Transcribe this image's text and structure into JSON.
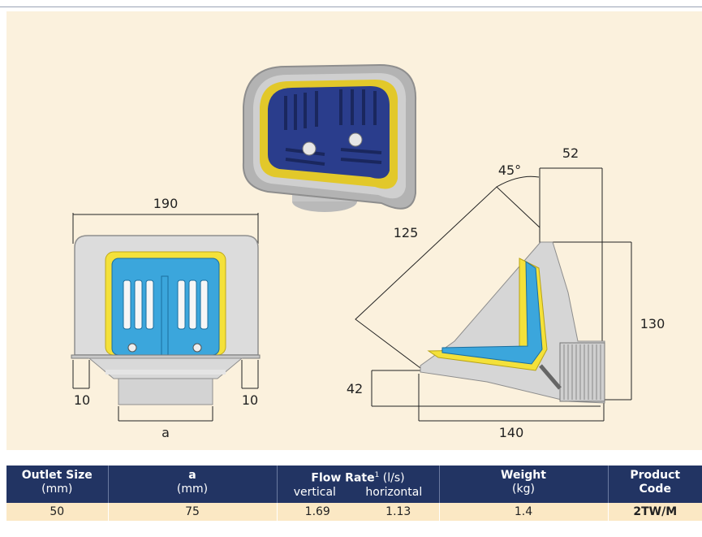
{
  "dimensions": {
    "width_top": "190",
    "left_margin": "10",
    "right_margin": "10",
    "outlet_a": "a",
    "side_top": "52",
    "angle": "45°",
    "diagonal": "125",
    "height": "130",
    "base_height": "42",
    "depth": "140"
  },
  "table": {
    "headers": {
      "outlet_title": "Outlet Size",
      "outlet_unit": "(mm)",
      "a_title": "a",
      "a_unit": "(mm)",
      "flow_title": "Flow Rate",
      "flow_sup": "1",
      "flow_unit": "(l/s)",
      "flow_vertical": "vertical",
      "flow_horizontal": "horizontal",
      "weight_title": "Weight",
      "weight_unit": "(kg)",
      "code_title": "Product",
      "code_title2": "Code"
    },
    "row": {
      "outlet": "50",
      "a": "75",
      "vertical": "1.69",
      "horizontal": "1.13",
      "weight": "1.4",
      "code": "2TW/M"
    }
  },
  "colors": {
    "header_bg": "#223463",
    "panel_bg": "#fbf1dd",
    "row_bg": "#fbe8c4",
    "yellow": "#f4e13a",
    "blue": "#3ba6dc"
  }
}
